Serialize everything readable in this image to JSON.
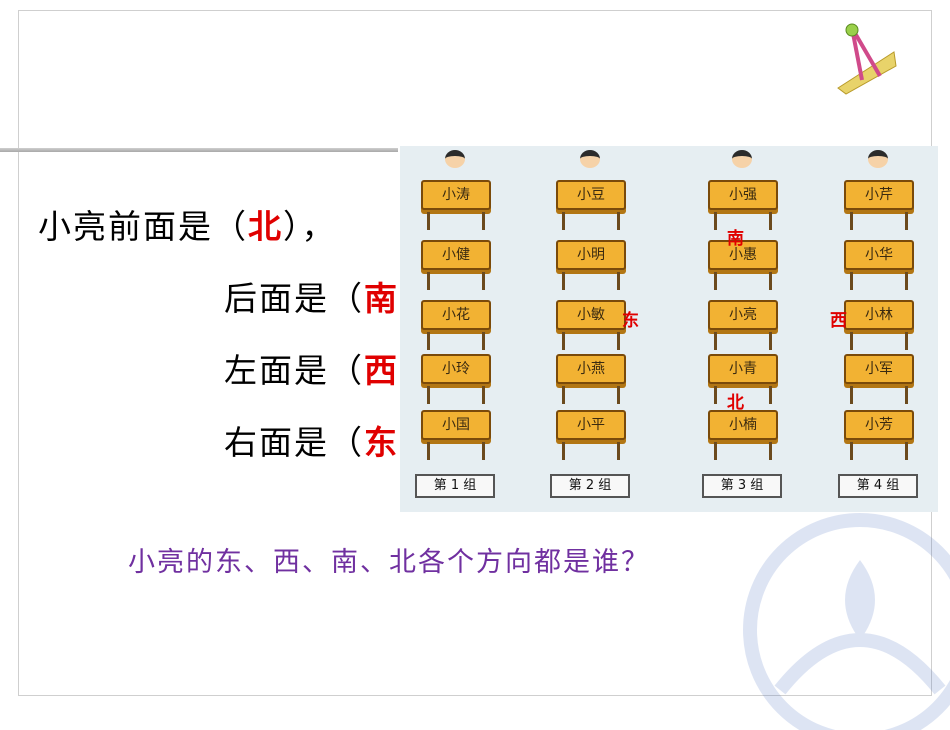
{
  "content": {
    "front_prefix": "小亮前面是（",
    "front_answer": "北",
    "front_suffix": "），",
    "back_prefix": "后面是（",
    "back_answer": "南",
    "left_prefix": "左面是（",
    "left_answer": "西",
    "right_prefix": "右面是（",
    "right_answer": "东",
    "question": "小亮的东、西、南、北各个方向都是谁？"
  },
  "scene": {
    "groups": [
      {
        "label": "第 1 组",
        "desks": [
          "小涛",
          "小健",
          "小花",
          "小玲",
          "小国"
        ]
      },
      {
        "label": "第 2 组",
        "desks": [
          "小豆",
          "小明",
          "小敏",
          "小燕",
          "小平"
        ]
      },
      {
        "label": "第 3 组",
        "desks": [
          "小强",
          "小惠",
          "小亮",
          "小青",
          "小楠"
        ]
      },
      {
        "label": "第 4 组",
        "desks": [
          "小芹",
          "小华",
          "小林",
          "小军",
          "小芳"
        ]
      }
    ],
    "labels": {
      "south": "南",
      "east": "东",
      "west": "西",
      "north": "北"
    }
  },
  "colors": {
    "answer": "#e00000",
    "question": "#7030a0",
    "desk": "#f2b233"
  }
}
